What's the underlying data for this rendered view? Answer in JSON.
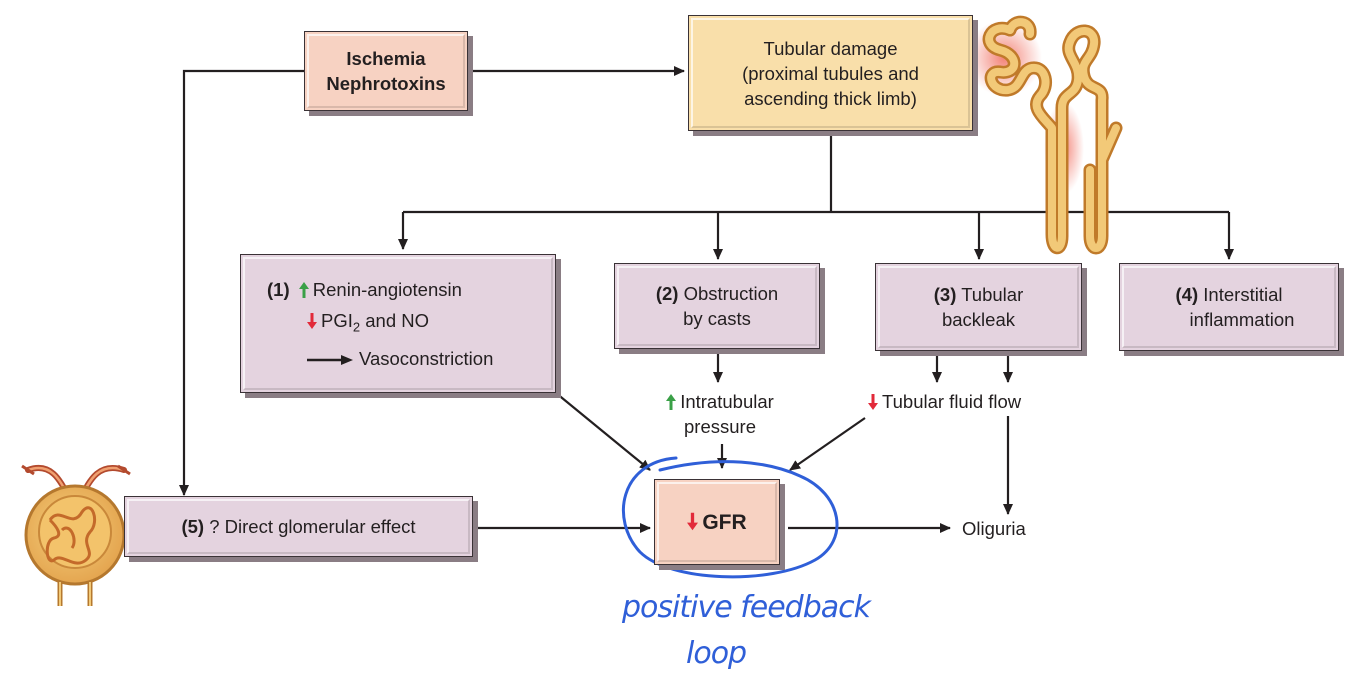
{
  "colors": {
    "arrow": "#231f20",
    "up_arrow": "#3aa047",
    "down_arrow": "#e22a3a",
    "annotation_pen": "#2f5fd8",
    "box_lavender": "#e4d3df",
    "box_pink": "#f7d2c2",
    "box_tan": "#f9dfaa"
  },
  "icons": {
    "up": "arrow-up-icon",
    "down": "arrow-down-icon",
    "nephron": "nephron-icon",
    "glomerulus": "glomerulus-icon"
  },
  "cause": {
    "line1": "Ischemia",
    "line2": "Nephrotoxins"
  },
  "damage": {
    "line1": "Tubular damage",
    "line2": "(proximal tubules and",
    "line3": "ascending thick limb)"
  },
  "mechanisms": {
    "renin": {
      "number": "(1)",
      "line1": "Renin-angiotensin",
      "line2_prefix": "PGI",
      "line2_sub": "2",
      "line2_suffix": " and NO",
      "line3": "Vasoconstriction"
    },
    "obstruction": {
      "number": "(2)",
      "line1": "Obstruction",
      "line2": "by casts"
    },
    "backleak": {
      "number": "(3)",
      "line1": "Tubular",
      "line2": "backleak"
    },
    "inflammation": {
      "number": "(4)",
      "line1": "Interstitial",
      "line2": "inflammation"
    },
    "glomerular": {
      "number": "(5)",
      "text": "? Direct glomerular effect"
    }
  },
  "intermediate": {
    "pressure_line1": "Intratubular",
    "pressure_line2": "pressure",
    "fluid_flow": "Tubular fluid flow"
  },
  "outcome": {
    "gfr": "GFR",
    "oliguria": "Oliguria"
  },
  "annotation": {
    "line1": "positive feedback",
    "line2": "loop"
  }
}
